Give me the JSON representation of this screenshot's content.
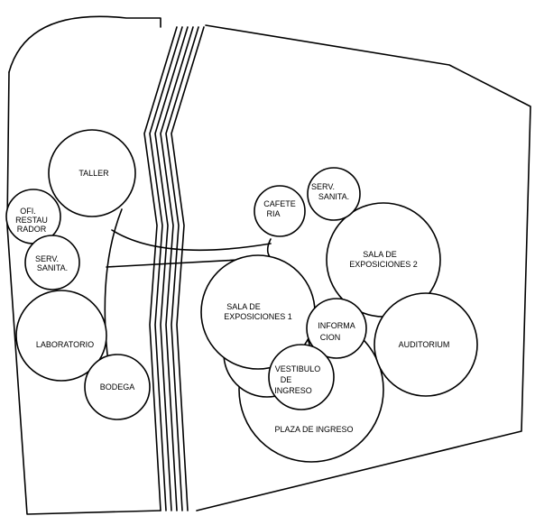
{
  "rooms": {
    "taller": "TALLER",
    "ofi_restaurador": [
      "OFI.",
      "RESTAU",
      "RADOR"
    ],
    "serv_sanita_left": [
      "SERV.",
      "SANITA."
    ],
    "laboratorio": "LABORATORIO",
    "bodega": "BODEGA",
    "cafeteria": [
      "CAFETE",
      "RIA"
    ],
    "serv_sanita_right": [
      "SERV.",
      "SANITA."
    ],
    "sala_exposiciones_2": [
      "SALA DE",
      "EXPOSICIONES 2"
    ],
    "sala_exposiciones_1": [
      "SALA DE",
      "EXPOSICIONES 1"
    ],
    "informacion": [
      "INFORMA",
      "CION"
    ],
    "auditorium": "AUDITORIUM",
    "vestibulo_ingreso": [
      "VESTIBULO",
      "DE",
      "INGRESO"
    ],
    "plaza_ingreso": "PLAZA DE INGRESO"
  }
}
